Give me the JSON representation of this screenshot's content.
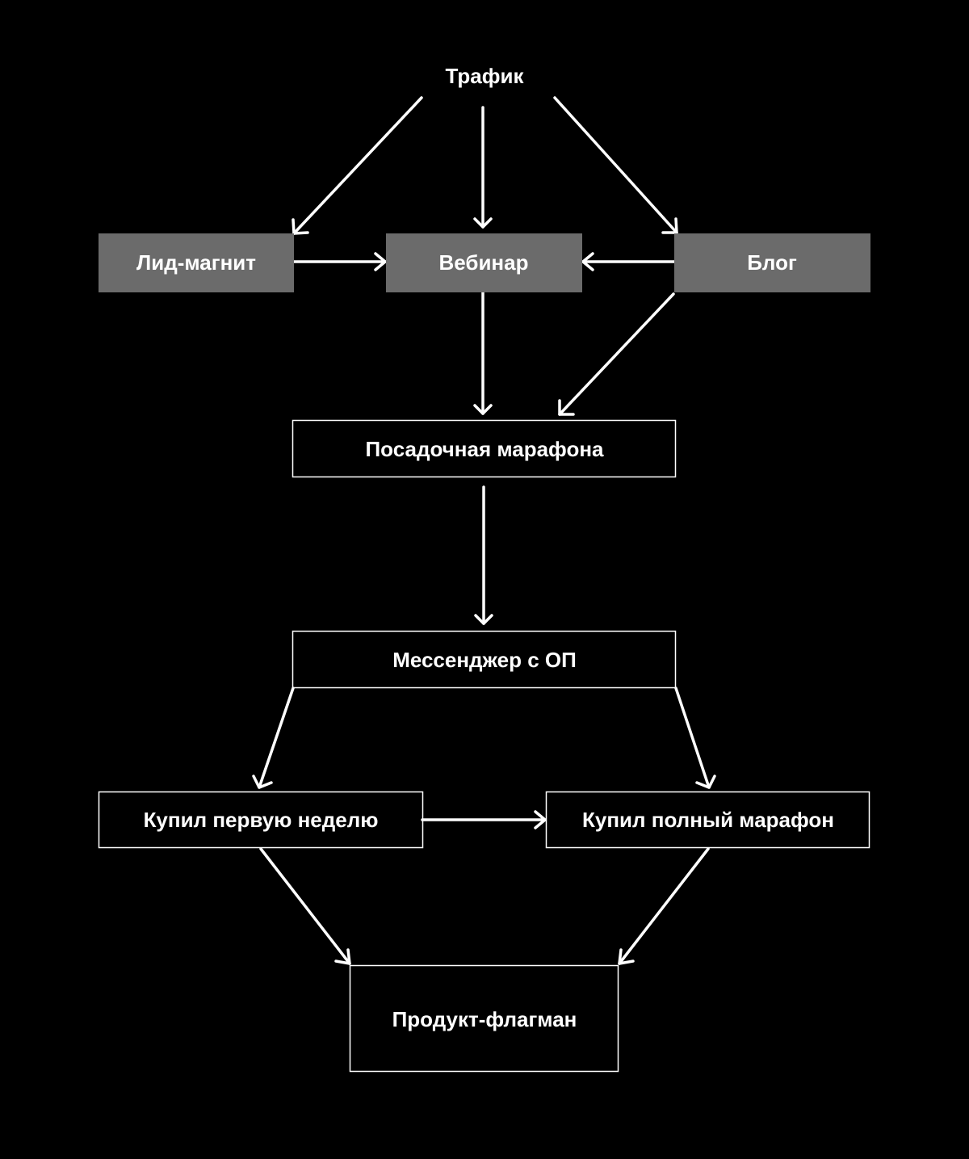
{
  "colors": {
    "background": "#000000",
    "filled_node": "#6b6b6b",
    "outline_node_border": "#ffffff",
    "text": "#ffffff",
    "edge": "#ffffff"
  },
  "nodes": {
    "traffic": {
      "label": "Трафик"
    },
    "lead_magnet": {
      "label": "Лид-магнит"
    },
    "webinar": {
      "label": "Вебинар"
    },
    "blog": {
      "label": "Блог"
    },
    "marathon_landing": {
      "label": "Посадочная марафона"
    },
    "messenger": {
      "label": "Мессенджер с ОП"
    },
    "first_week": {
      "label": "Купил первую неделю"
    },
    "full_marathon": {
      "label": "Купил полный марафон"
    },
    "flagship": {
      "label": "Продукт-флагман"
    }
  },
  "edges": [
    {
      "from": "traffic",
      "to": "lead_magnet"
    },
    {
      "from": "traffic",
      "to": "webinar"
    },
    {
      "from": "traffic",
      "to": "blog"
    },
    {
      "from": "lead_magnet",
      "to": "webinar"
    },
    {
      "from": "blog",
      "to": "webinar"
    },
    {
      "from": "webinar",
      "to": "marathon_landing"
    },
    {
      "from": "blog",
      "to": "marathon_landing"
    },
    {
      "from": "marathon_landing",
      "to": "messenger"
    },
    {
      "from": "messenger",
      "to": "first_week"
    },
    {
      "from": "messenger",
      "to": "full_marathon"
    },
    {
      "from": "first_week",
      "to": "full_marathon"
    },
    {
      "from": "first_week",
      "to": "flagship"
    },
    {
      "from": "full_marathon",
      "to": "flagship"
    }
  ]
}
